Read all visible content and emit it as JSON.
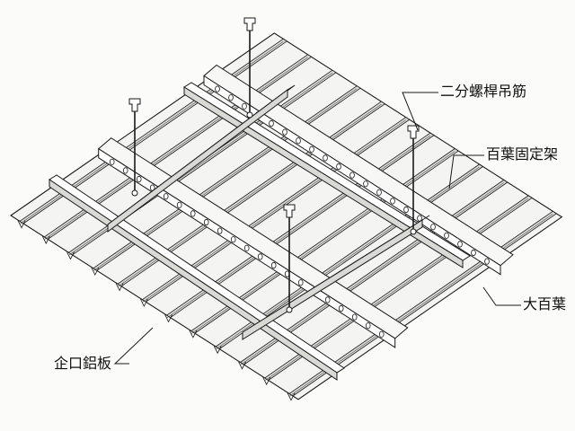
{
  "labels": {
    "hanger_rod": "二分螺桿吊筋",
    "louver_bracket": "百葉固定架",
    "main_louver": "大百葉",
    "tongue_groove_panel": "企口鋁板"
  },
  "colors": {
    "ink": "#1a1a1a",
    "panel_fill": "#f4f4f2",
    "panel_shade": "#d9d9d6",
    "bar_fill": "#f7f7f5",
    "background": "#fbfbf9"
  }
}
